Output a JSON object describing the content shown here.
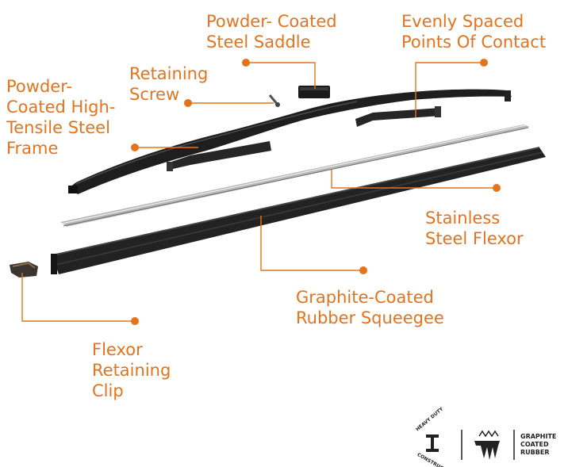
{
  "accent_color": "#e4731e",
  "labels": {
    "saddle": [
      "Powder- Coated",
      "Steel Saddle"
    ],
    "contact": [
      "Evenly Spaced",
      "Points Of Contact"
    ],
    "screw": [
      "Retaining",
      "Screw"
    ],
    "frame": [
      "Powder-",
      "Coated High-",
      "Tensile Steel",
      "Frame"
    ],
    "flexor": [
      "Stainless",
      "Steel Flexor"
    ],
    "squeegee": [
      "Graphite-Coated",
      "Rubber Squeegee"
    ],
    "clip": [
      "Flexor",
      "Retaining",
      "Clip"
    ]
  },
  "badges": {
    "heavy_duty": [
      "HEAVY DUTY",
      "CONSTRUCTION"
    ],
    "graphite": [
      "GRAPHITE",
      "COATED",
      "RUBBER"
    ],
    "icons": [
      "heavy-duty-construction-icon",
      "ice-snow-icon"
    ]
  }
}
